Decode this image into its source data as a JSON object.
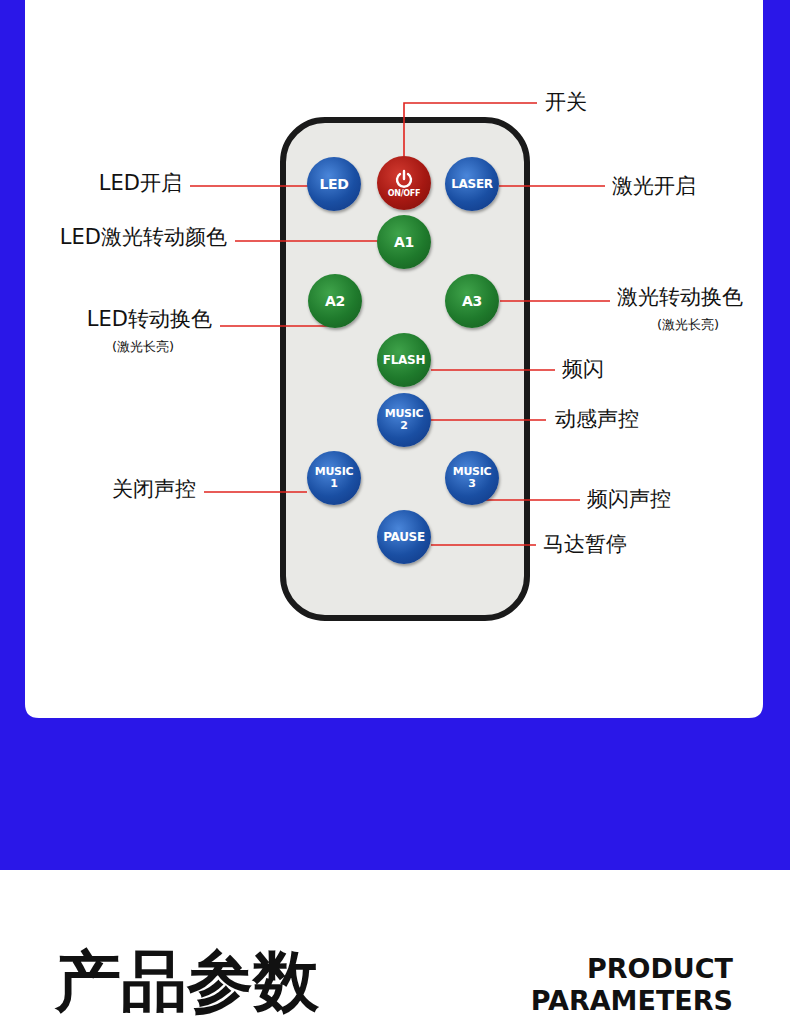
{
  "diagram": {
    "nodes": [
      {
        "text": [
          "LED"
        ]
      },
      {
        "text": [
          "ON/OFF"
        ]
      },
      {
        "text": [
          "LASER"
        ]
      },
      {
        "text": [
          "A1"
        ]
      },
      {
        "text": [
          "A2"
        ]
      },
      {
        "text": [
          "A3"
        ]
      },
      {
        "text": [
          "FLASH"
        ]
      },
      {
        "text": [
          "MUSIC 2"
        ]
      },
      {
        "text": [
          "MUSIC 1"
        ]
      },
      {
        "text": [
          "MUSIC 3"
        ]
      },
      {
        "text": [
          "PAUSE"
        ]
      }
    ],
    "labels": [
      "开关",
      "LED开启",
      "激光开启",
      "LED激光转动颜色",
      "LED转动换色",
      "(激光长亮)",
      "激光转动换色",
      "(激光长亮)",
      "频闪",
      "动感声控",
      "关闭声控",
      "频闪声控",
      "马达暂停",
      "产品参数",
      "PRODUCT PARAMETERS"
    ]
  }
}
